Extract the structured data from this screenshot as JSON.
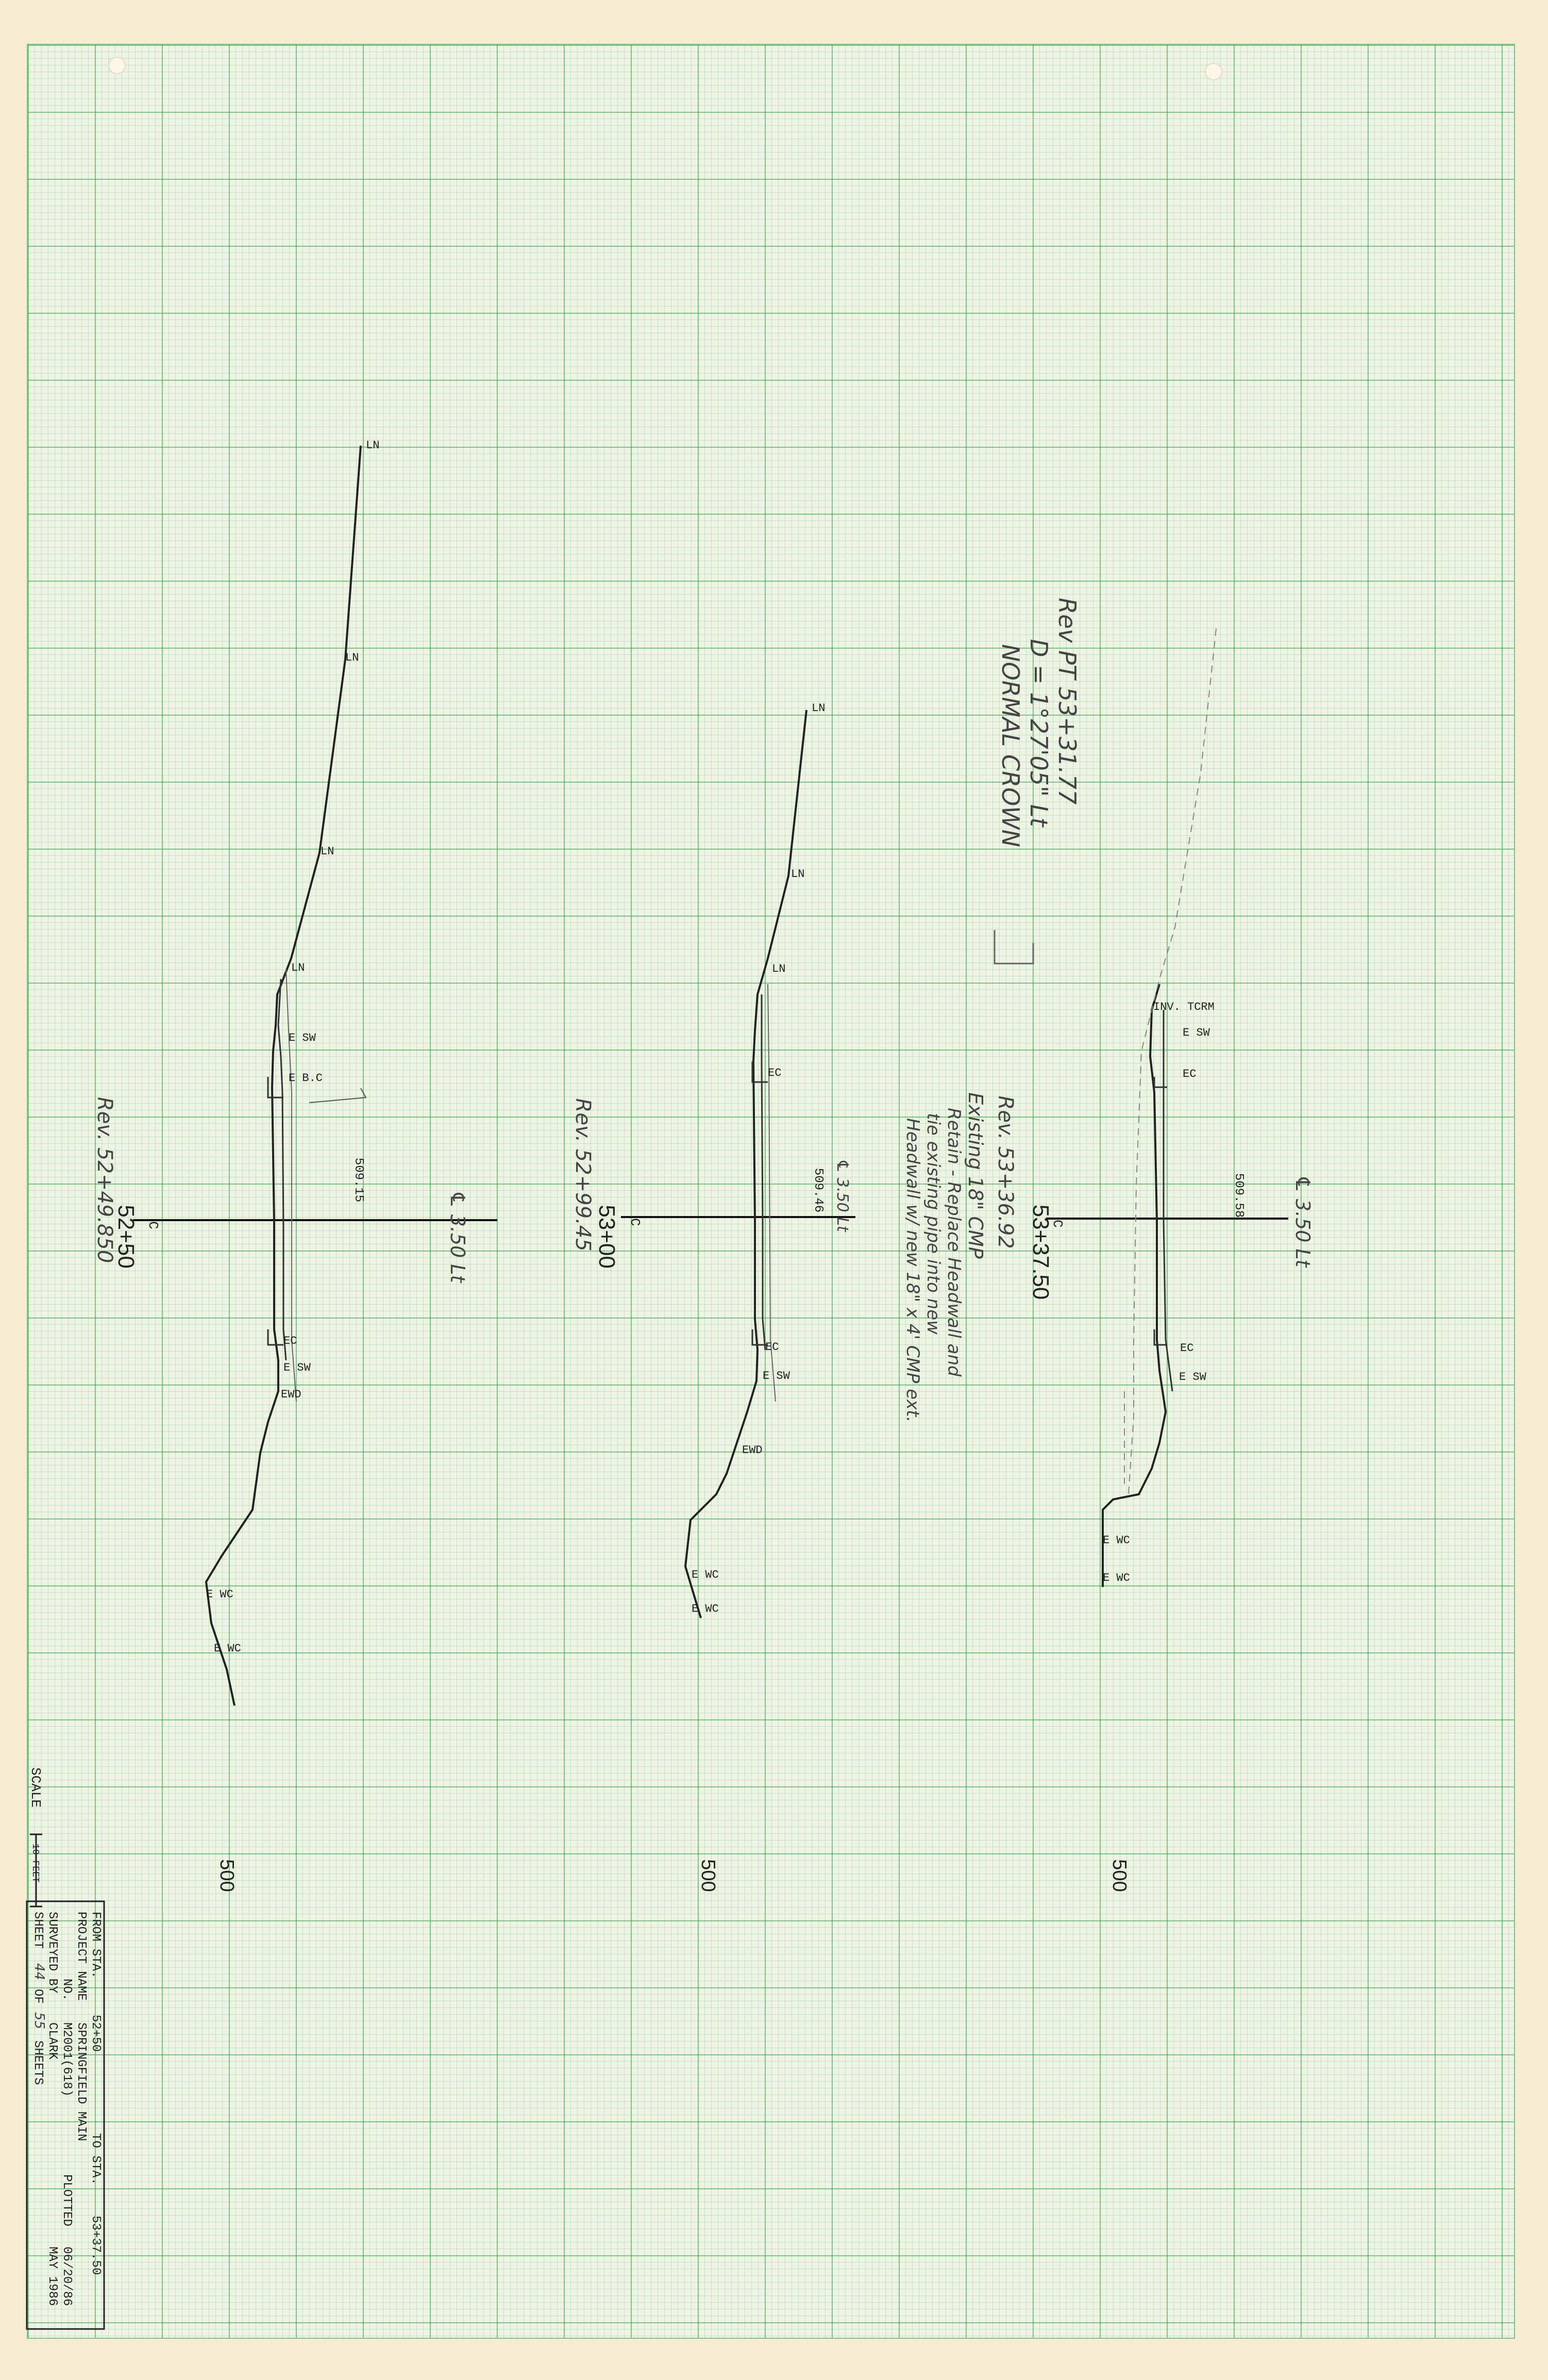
{
  "sections": [
    {
      "station": "52+50",
      "centerline_label": "C",
      "bottom_label": "500",
      "elevation_label": "509.15",
      "handwritten_station": "Rev. 52+49.850",
      "offset_note": "℄ 3.50 Lt",
      "point_labels": [
        "LN",
        "LN",
        "LN",
        "LN",
        "E SW",
        "E B.C",
        "EC",
        "E SW",
        "EWD",
        "E WC",
        "E WC"
      ]
    },
    {
      "station": "53+00",
      "centerline_label": "C",
      "bottom_label": "500",
      "elevation_label": "509.46",
      "handwritten_station": "Rev. 52+99.45",
      "offset_note": "℄ 3.50 Lt",
      "point_labels": [
        "LN",
        "LN",
        "LN",
        "EC",
        "EC",
        "E SW",
        "EWD",
        "E WC",
        "E WC"
      ]
    },
    {
      "station": "53+37.50",
      "centerline_label": "C",
      "bottom_label": "500",
      "elevation_label": "509.58",
      "handwritten_station": "Rev. 53+36.92",
      "offset_note": "℄ 3.50 Lt",
      "point_labels": [
        "INV. TCRM",
        "E SW",
        "EC",
        "EC",
        "E SW",
        "E WC",
        "E WC"
      ]
    }
  ],
  "notes": {
    "rev_pt_line1": "Rev PT 53+31.77",
    "rev_pt_line2": "D = 1°27'05\" Lt",
    "rev_pt_line3": "NORMAL CROWN",
    "existing_cmp_line1": "Existing 18\" CMP",
    "existing_cmp_line2": "Retain - Replace Headwall and",
    "existing_cmp_line3": "tie existing pipe into new",
    "existing_cmp_line4": "Headwall w/ new 18\" x 4' CMP ext."
  },
  "scale": {
    "label": "SCALE",
    "value": "10 FEET"
  },
  "title_block": {
    "from_label": "FROM STA.",
    "from_station": "52+50",
    "to_label": "TO STA.",
    "to_station": "53+37.50",
    "project_name_label": "PROJECT NAME",
    "project_name": "SPRINGFIELD MAIN",
    "no_label": "NO.",
    "project_no": "M2001(618)",
    "plotted_label": "PLOTTED",
    "plotted_date": "06/20/86",
    "surveyed_by_label": "SURVEYED BY",
    "surveyed_by": "CLARK",
    "survey_date": "MAY 1986",
    "sheet_label": "SHEET",
    "sheet_no": "44",
    "of_label": "OF",
    "sheet_total": "55",
    "sheets_label": "SHEETS"
  },
  "colors": {
    "grid_major": "#28aa46",
    "grid_minor": "#50be64",
    "paper": "#f6ecd1",
    "ink": "#1f1f1f",
    "pencil": "#555555"
  }
}
